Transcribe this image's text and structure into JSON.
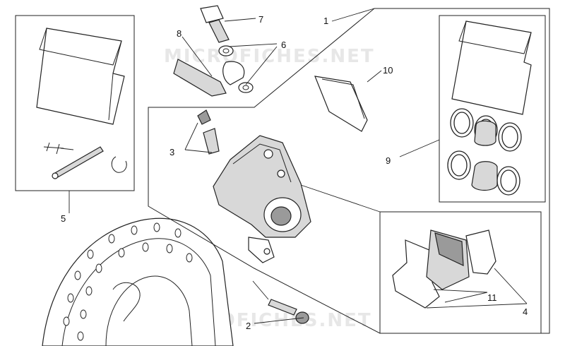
{
  "watermarks": [
    "MICROFICHES.NET",
    "MICROFICHES.NET"
  ],
  "callouts": {
    "c1": "1",
    "c2": "2",
    "c3": "3",
    "c4": "4",
    "c5": "5",
    "c6": "6",
    "c7": "7",
    "c8": "8",
    "c9": "9",
    "c10": "10",
    "c11": "11"
  },
  "colors": {
    "line": "#222222",
    "part_fill": "#d8d8d8",
    "watermark": "#e7e7e7"
  }
}
